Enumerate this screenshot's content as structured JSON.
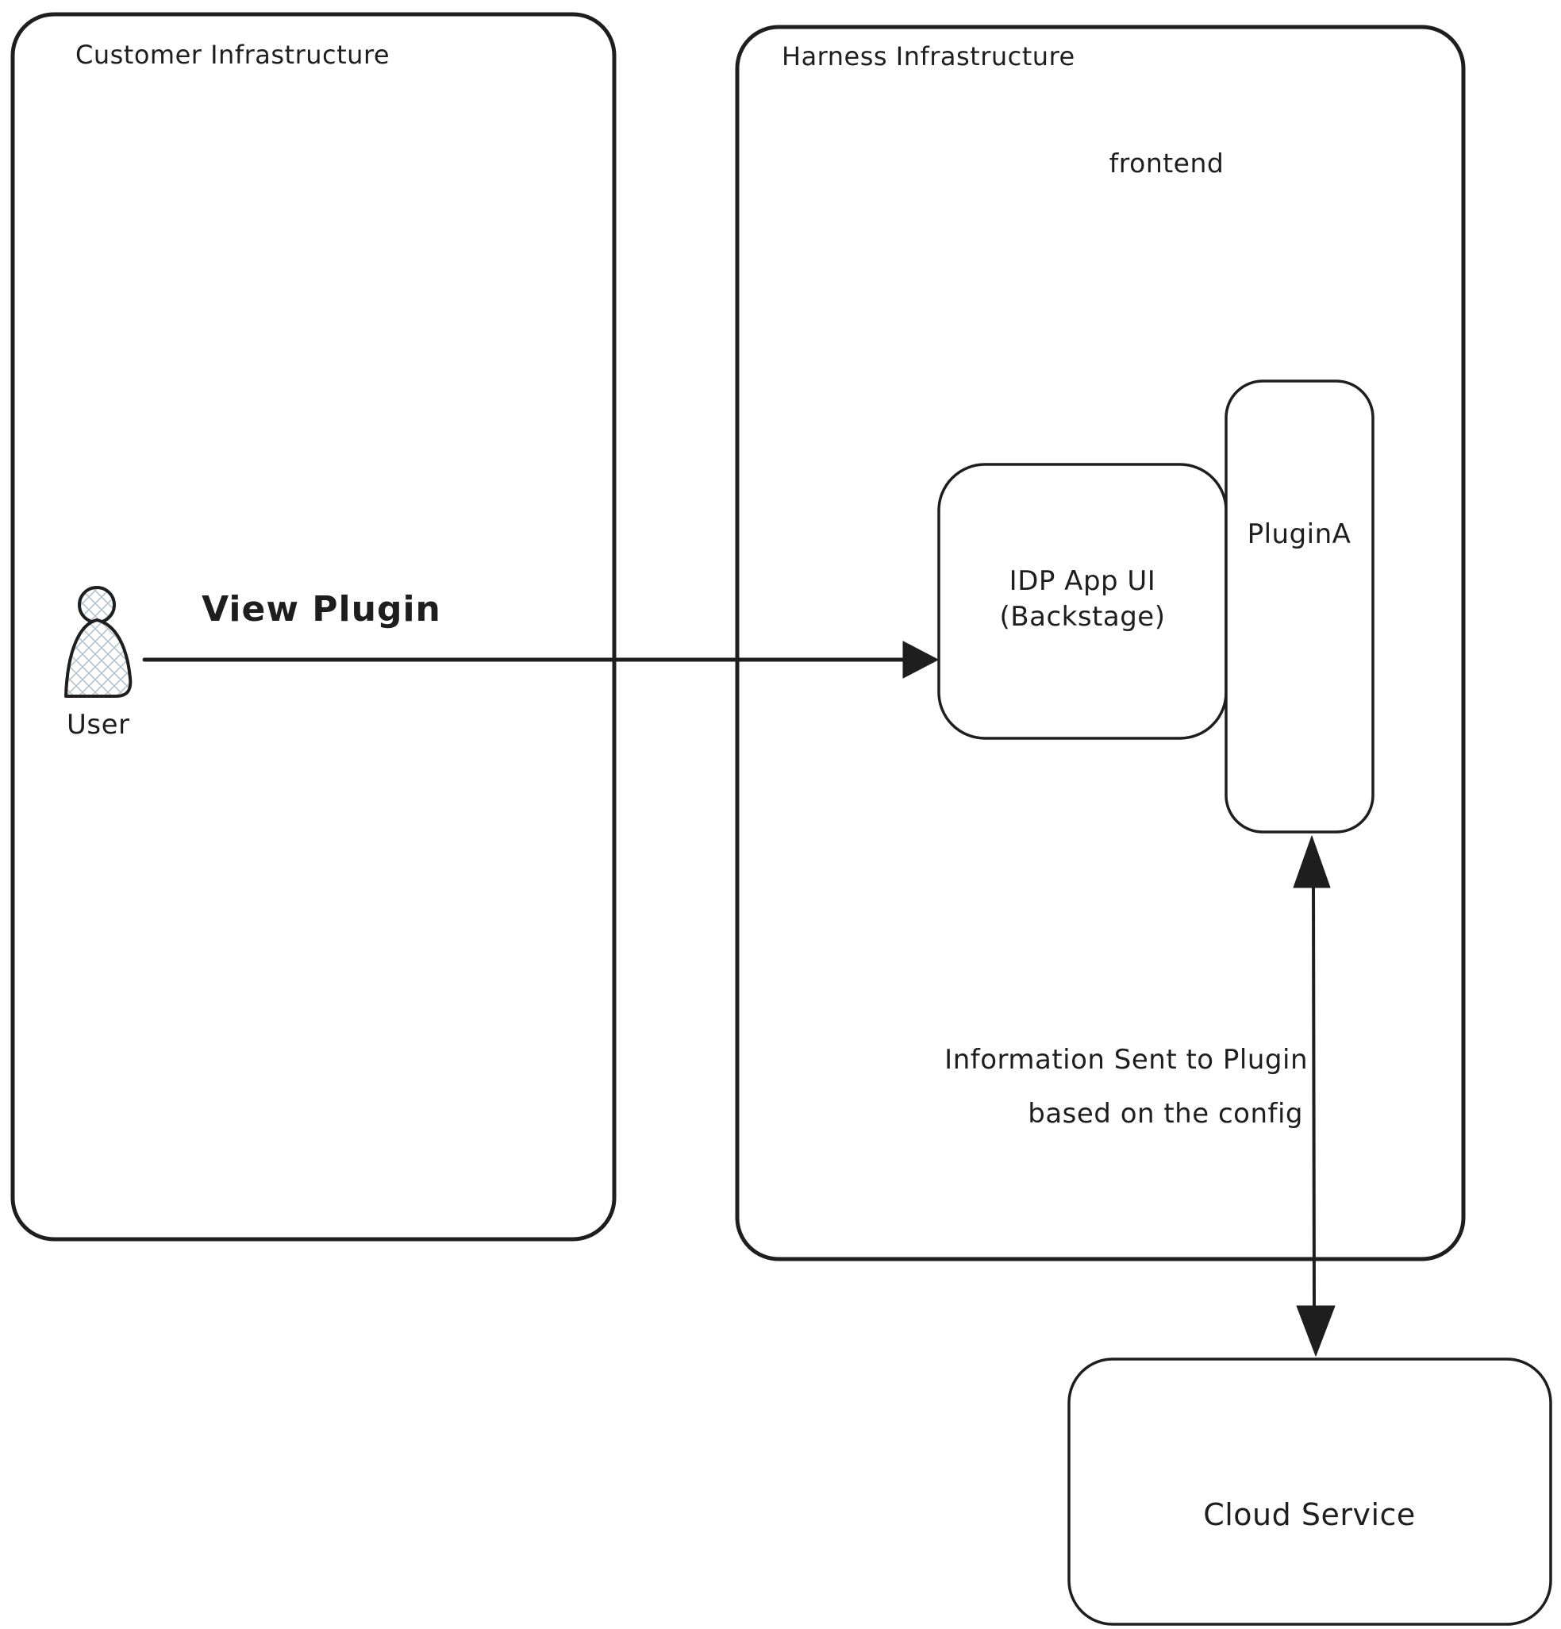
{
  "colors": {
    "stroke": "#1e1e1e",
    "cloud_fill": "#a5d8ff",
    "hatch": "#bcc9d4",
    "canvas_bg": "#ffffff"
  },
  "containers": {
    "customer": {
      "label": "Customer Infrastructure"
    },
    "harness": {
      "label": "Harness Infrastructure",
      "region_label": "frontend"
    }
  },
  "nodes": {
    "user": {
      "label": "User"
    },
    "idp": {
      "label_line1": "IDP App UI",
      "label_line2": "(Backstage)"
    },
    "plugin": {
      "label": "PluginA"
    },
    "cloud": {
      "label": "Cloud Service"
    }
  },
  "arrows": {
    "view_plugin": {
      "label": "View Plugin"
    },
    "info": {
      "label_line1": "Information Sent to Plugin",
      "label_line2": "based on the config"
    }
  }
}
